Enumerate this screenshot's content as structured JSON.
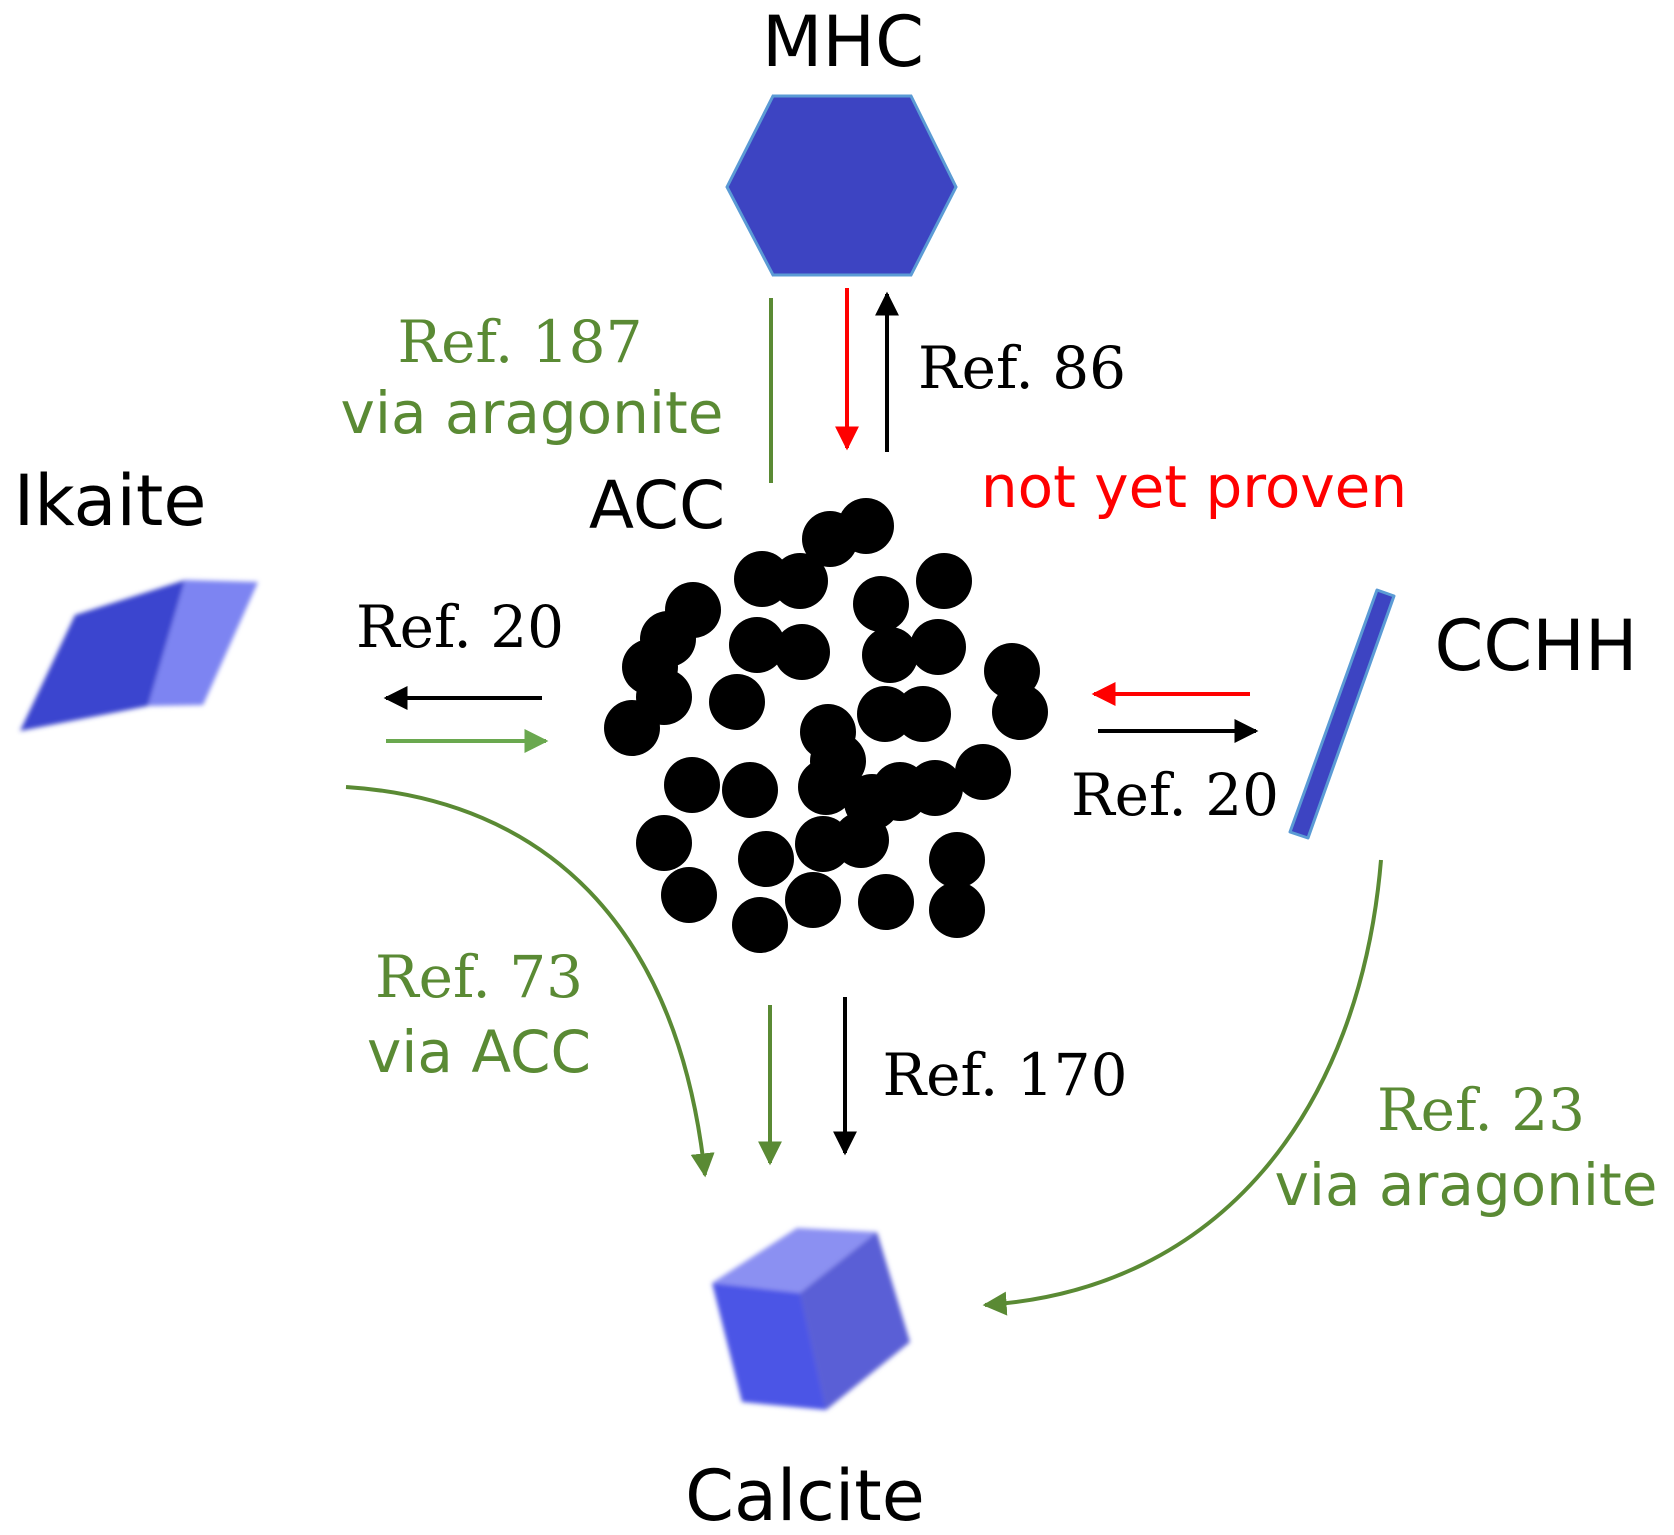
{
  "colors": {
    "black": "#000000",
    "green": "#5a8a34",
    "light_green": "#6aa84f",
    "red": "#ff0000",
    "shape_blue": "#3d44c2",
    "shape_outline": "#5b9bd5",
    "cube_light": "#4b55e6",
    "cube_dark": "#5a5ed6",
    "cube_top": "#8b90f2",
    "ikaite_face": "#3a44cf",
    "ikaite_side": "#7d84f2"
  },
  "nodes": {
    "mhc": "MHC",
    "acc": "ACC",
    "ikaite": "Ikaite",
    "cchh": "CCHH",
    "calcite": "Calcite"
  },
  "refs": {
    "mhc_to_acc_ref": "Ref. 187",
    "mhc_to_acc_via": "via aragonite",
    "acc_mhc_ref": "Ref. 86",
    "not_yet_proven": "not yet proven",
    "ikaite_acc_ref": "Ref. 20",
    "acc_cchh_ref": "Ref. 20",
    "ikaite_calcite_ref": "Ref. 73",
    "ikaite_calcite_via": "via ACC",
    "acc_calcite_ref": "Ref. 170",
    "cchh_calcite_ref": "Ref. 23",
    "cchh_calcite_via": "via aragonite"
  },
  "icons": {
    "mhc": "hexagon-crystal-icon",
    "acc": "amorphous-particles-icon",
    "ikaite": "parallelepiped-crystal-icon",
    "cchh": "needle-crystal-icon",
    "calcite": "rhombohedral-cube-icon"
  }
}
